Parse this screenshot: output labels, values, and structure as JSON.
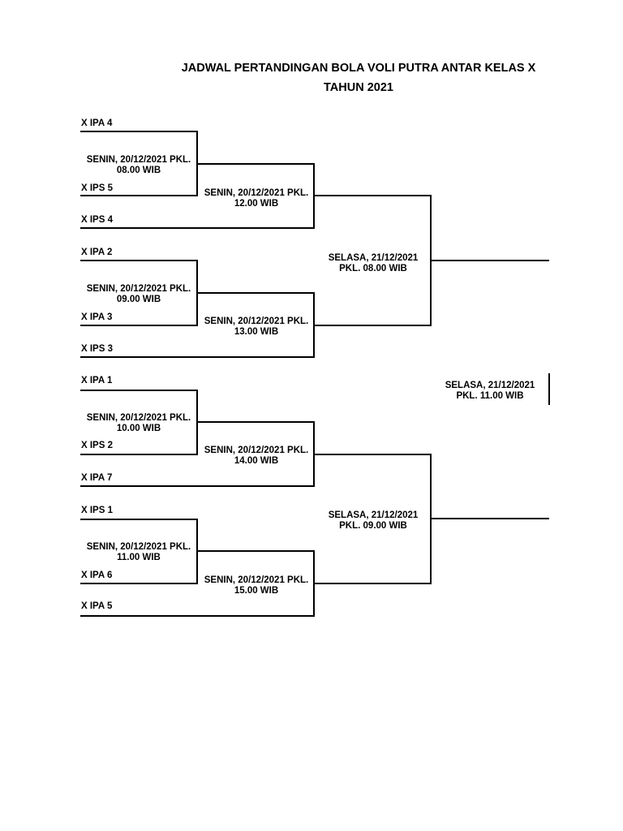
{
  "title": {
    "line1": "JADWAL PERTANDINGAN BOLA VOLI PUTRA ANTAR KELAS X",
    "line2": "TAHUN 2021"
  },
  "teams": [
    "X IPA 4",
    "X IPS 5",
    "X IPS 4",
    "X IPA 2",
    "X IPA 3",
    "X IPS 3",
    "X IPA 1",
    "X IPS 2",
    "X IPA 7",
    "X IPS 1",
    "X IPA 6",
    "X IPA 5"
  ],
  "round1": [
    "SENIN, 20/12/2021 PKL.\n08.00 WIB",
    "SENIN, 20/12/2021 PKL.\n09.00 WIB",
    "SENIN, 20/12/2021 PKL.\n10.00 WIB",
    "SENIN, 20/12/2021 PKL.\n11.00 WIB"
  ],
  "round2": [
    "SENIN, 20/12/2021 PKL.\n12.00 WIB",
    "SENIN, 20/12/2021 PKL.\n13.00 WIB",
    "SENIN, 20/12/2021 PKL.\n14.00 WIB",
    "SENIN, 20/12/2021 PKL.\n15.00 WIB"
  ],
  "semifinal": [
    "SELASA, 21/12/2021\nPKL. 08.00 WIB",
    "SELASA, 21/12/2021\nPKL. 09.00 WIB"
  ],
  "final": "SELASA, 21/12/2021\nPKL. 11.00 WIB"
}
